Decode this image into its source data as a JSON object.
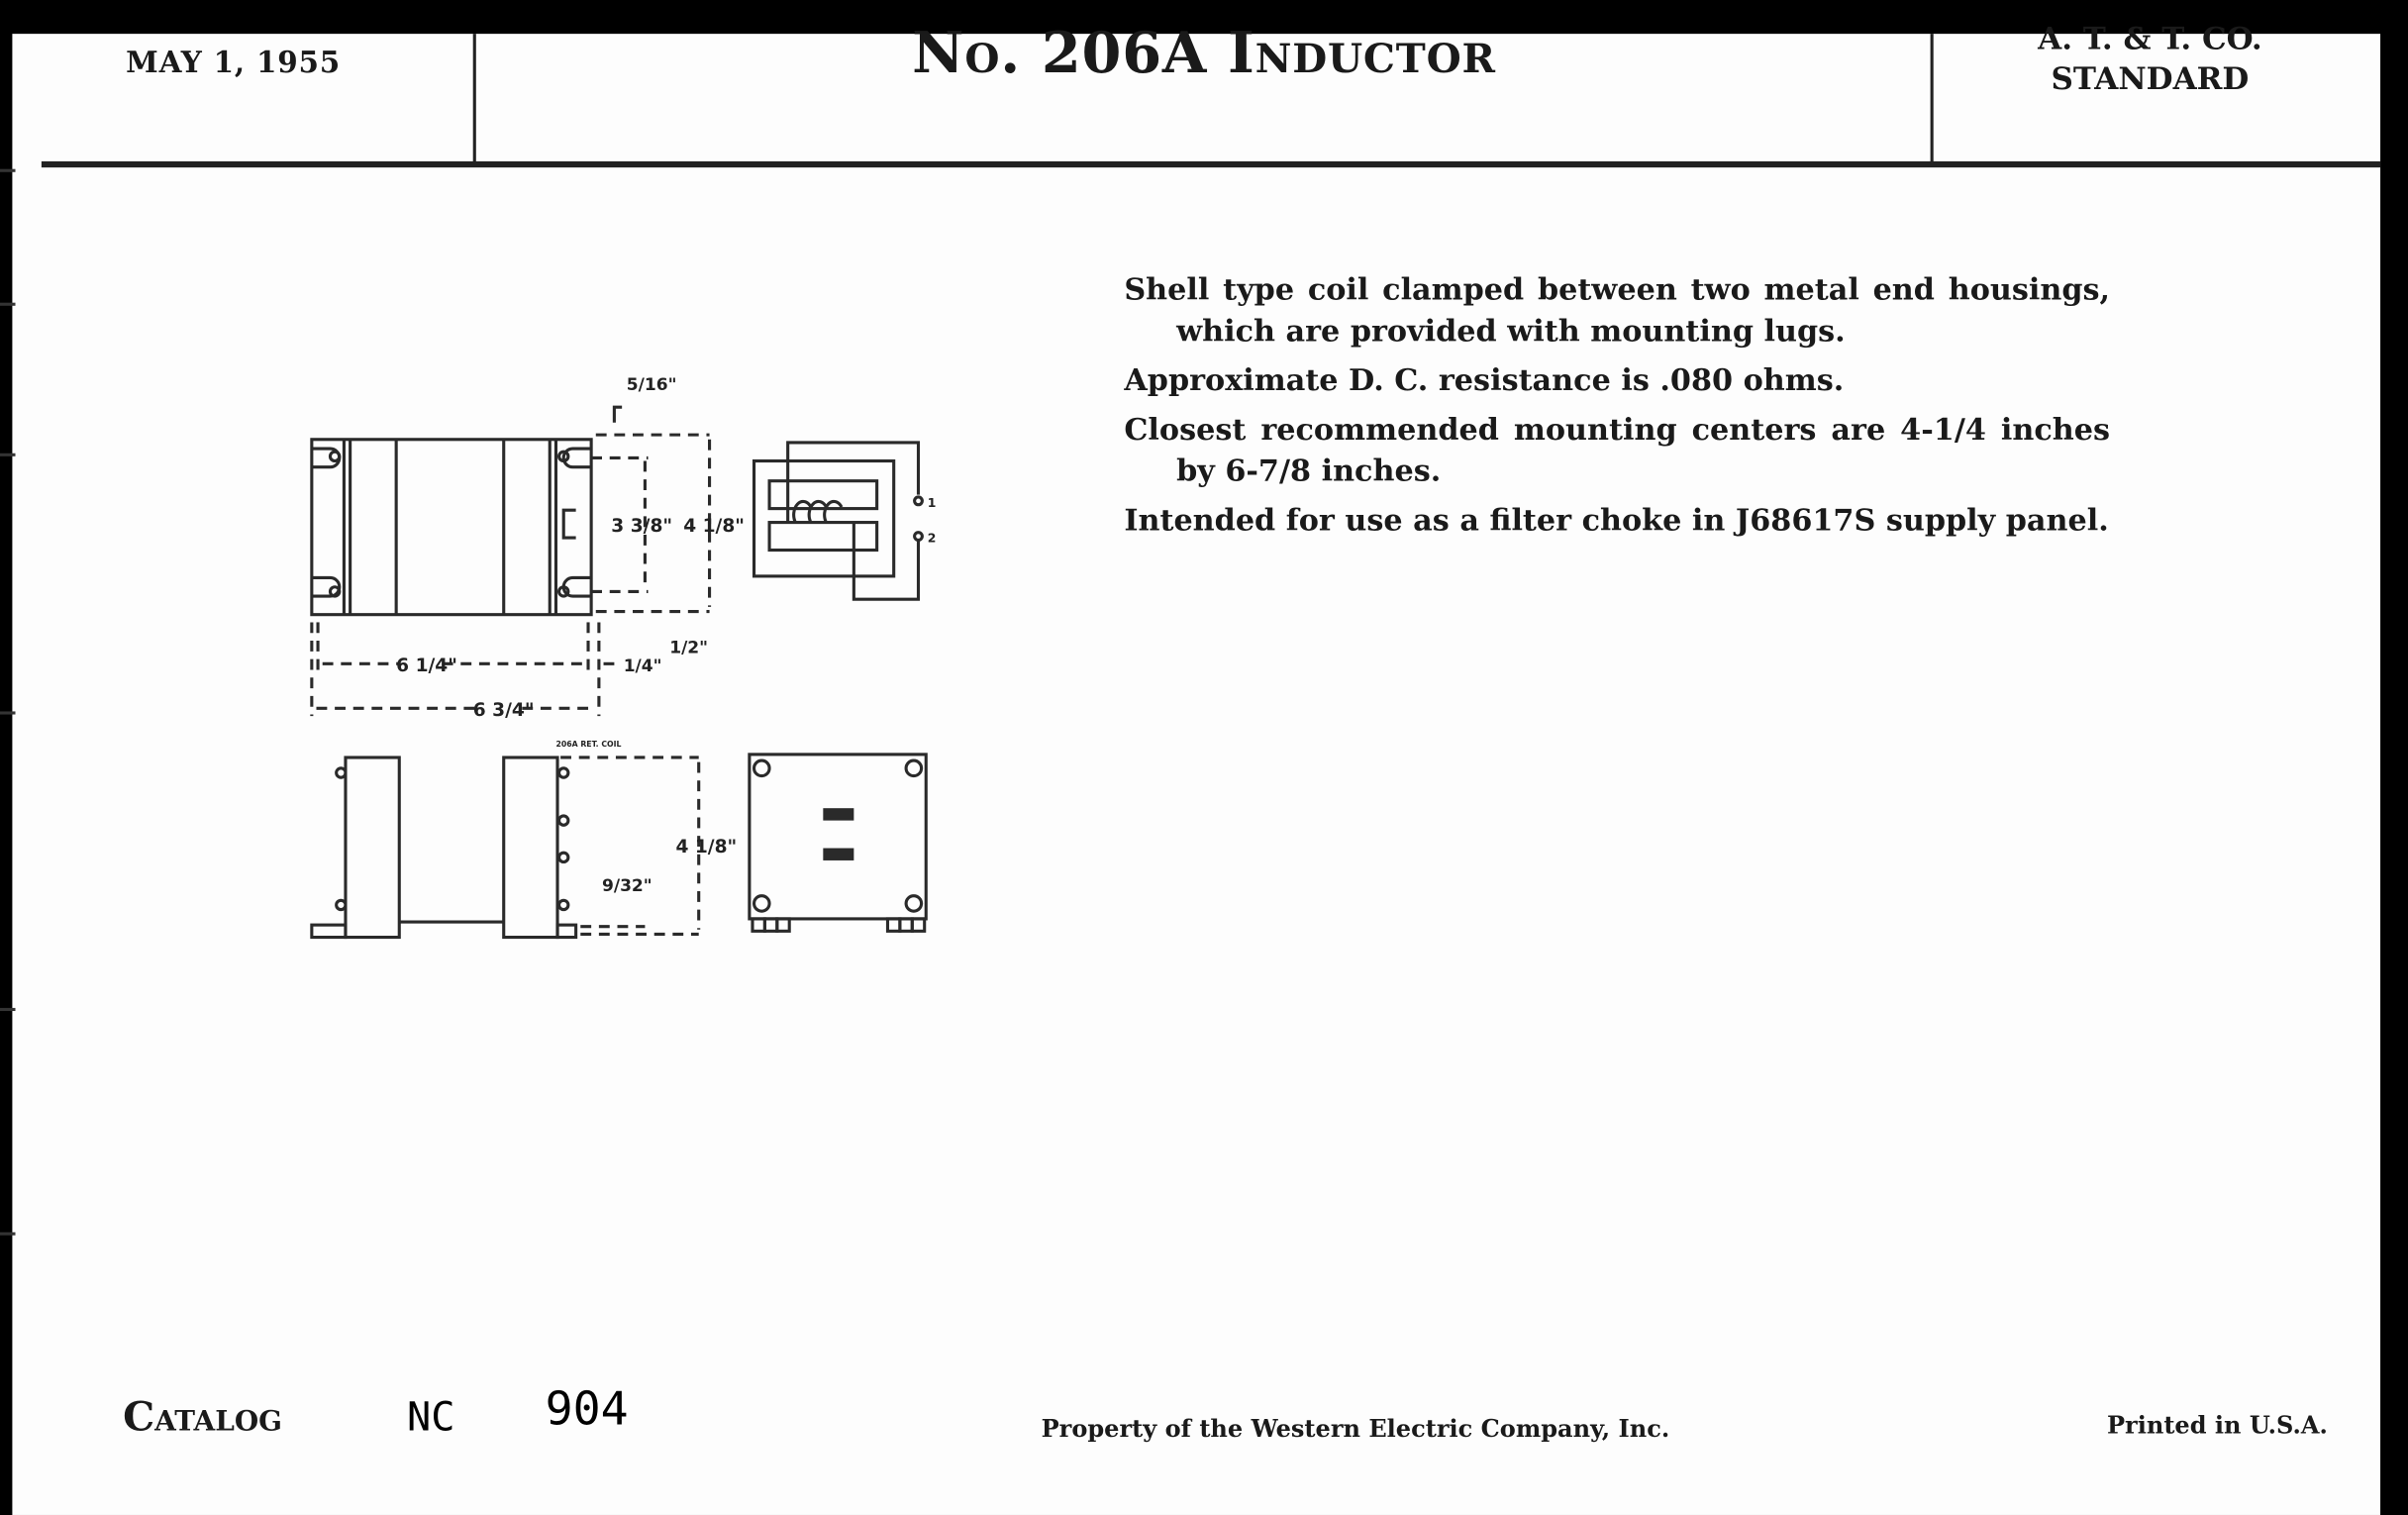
{
  "header": {
    "date": "MAY 1, 1955",
    "title": "No. 206A Inductor",
    "standard_line1": "A. T. & T. CO.",
    "standard_line2": "STANDARD"
  },
  "description": [
    "Shell type coil clamped between two metal end housings, which are provided with mounting lugs.",
    "Approximate D. C. resistance is .080 ohms.",
    "Closest recommended mounting centers are 4-1/4 inches by 6-7/8 inches.",
    "Intended for use as a filter choke in J68617S supply panel."
  ],
  "drawing": {
    "dim_5_16": "5/16\"",
    "dim_3_3_8": "3 3/8\"",
    "dim_4_1_8_top": "4 1/8\"",
    "dim_6_1_4": "6 1/4\"",
    "dim_6_3_4": "6 3/4\"",
    "dim_1_4": "1/4\"",
    "dim_1_2": "1/2\"",
    "dim_4_1_8_side": "4 1/8\"",
    "dim_9_32": "9/32\"",
    "terminal_1": "1",
    "terminal_2": "2",
    "nameplate": "206A RET. COIL"
  },
  "footer": {
    "catalog_label": "Catalog",
    "catalog_prefix": "NC",
    "catalog_number": "904",
    "property": "Property of the Western Electric Company, Inc.",
    "printed": "Printed in U.S.A."
  }
}
